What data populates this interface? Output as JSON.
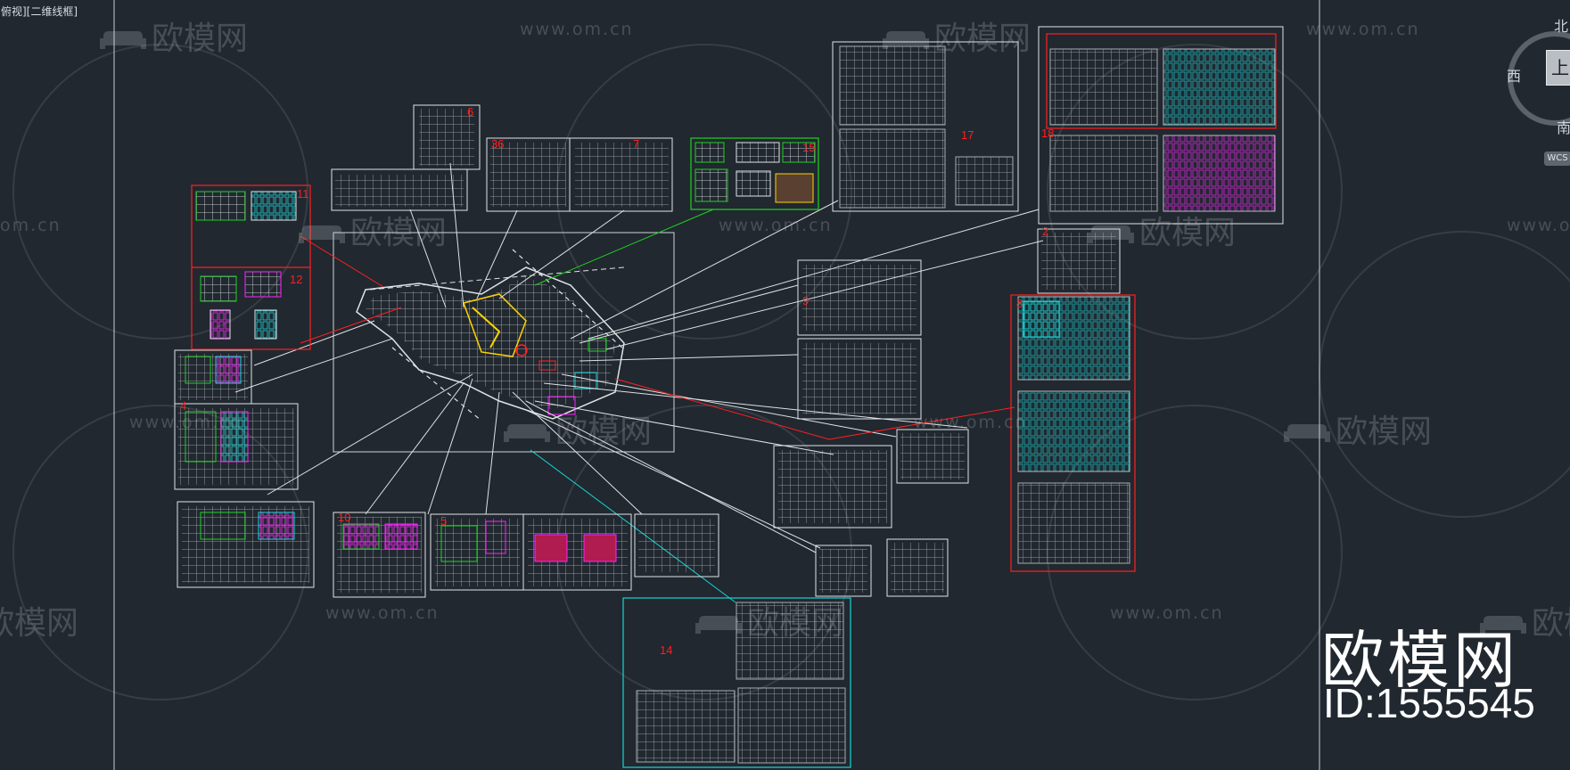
{
  "viewport_label": "俯视][二维线框]",
  "viewcube": {
    "north": "北",
    "west": "西",
    "south": "南",
    "top_face": "上",
    "wcs": "WCS"
  },
  "watermark": {
    "url": "www.om.cn",
    "url_short": "om.cn",
    "brand": "欧模网",
    "brand_partial": "欧模网"
  },
  "branding": {
    "name": "欧模网",
    "id": "ID:1555545"
  },
  "sheets": {
    "n6": "6",
    "n36": "36",
    "n7": "7",
    "n15": "15",
    "n11": "11",
    "n12": "12",
    "n17": "17",
    "n18": "18",
    "n14": "14",
    "n9": "9",
    "n5": "5",
    "n10": "10",
    "n4": "4",
    "n2": "2",
    "n8": "8"
  },
  "colors": {
    "background": "#212830",
    "white_line": "#e8eaec",
    "red_line": "#ff2020",
    "green_line": "#1fd21f",
    "cyan_line": "#18d4d4",
    "magenta": "#ff22ff",
    "yellow": "#ffd400"
  }
}
